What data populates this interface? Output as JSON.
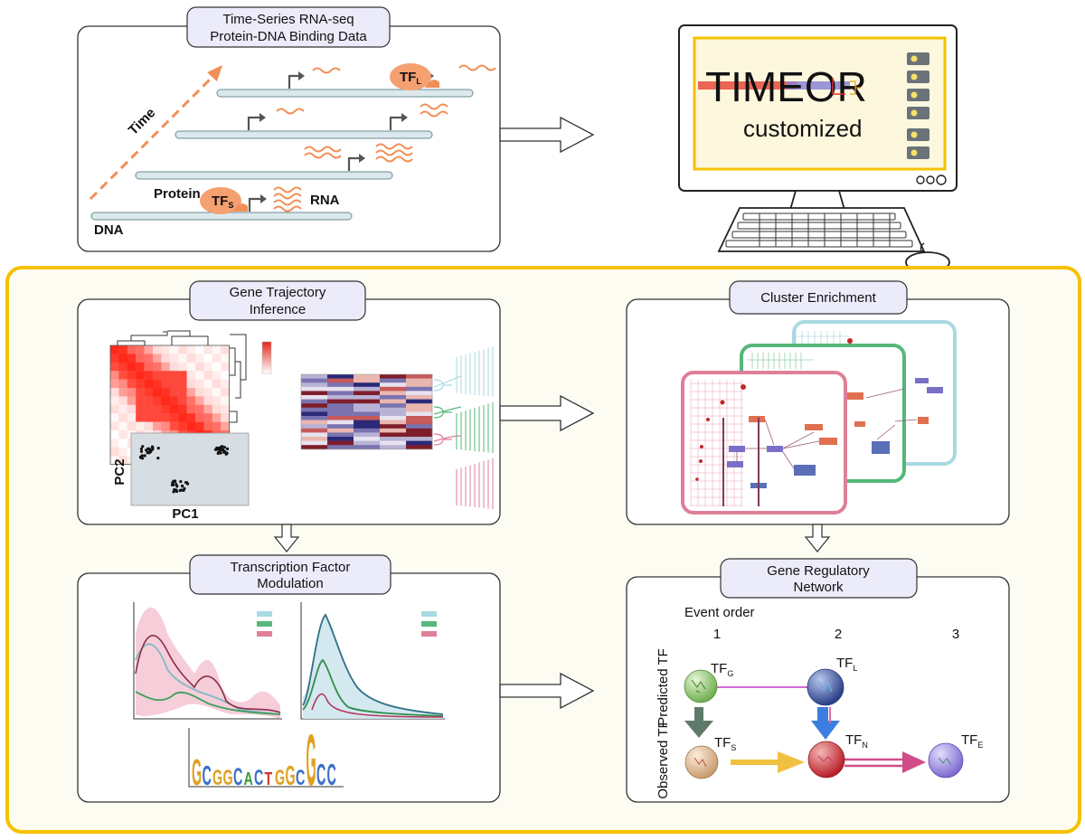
{
  "inputs": {
    "title_line1": "Time-Series RNA-seq",
    "title_line2": "Protein-DNA Binding Data",
    "time_label": "Time",
    "protein_label": "Protein",
    "rna_label": "RNA",
    "dna_label": "DNA",
    "tf_s": {
      "main": "TF",
      "sub": "S"
    },
    "tf_l": {
      "main": "TF",
      "sub": "L"
    }
  },
  "computer": {
    "logo_text": "TIMEOR",
    "logo_sub": "customized"
  },
  "panels": {
    "gene_trajectory": {
      "title_line1": "Gene Trajectory",
      "title_line2": "Inference",
      "pca_xlabel": "PC1",
      "pca_ylabel": "PC2"
    },
    "cluster_enrichment": {
      "title": "Cluster Enrichment"
    },
    "tf_modulation": {
      "title_line1": "Transcription Factor",
      "title_line2": "Modulation",
      "motif_letters": [
        "G",
        "C",
        "G",
        "G",
        "C",
        "A",
        "C",
        "T",
        "G",
        "G",
        "C",
        "G",
        "C",
        "C"
      ]
    },
    "grn": {
      "title_line1": "Gene Regulatory",
      "title_line2": "Network",
      "event_order_label": "Event order",
      "event_numbers": [
        "1",
        "2",
        "3"
      ],
      "predicted_label": "Predicted TF",
      "observed_label": "Observed TF",
      "nodes": {
        "tf_g": {
          "main": "TF",
          "sub": "G"
        },
        "tf_l": {
          "main": "TF",
          "sub": "L"
        },
        "tf_s": {
          "main": "TF",
          "sub": "S"
        },
        "tf_n": {
          "main": "TF",
          "sub": "N"
        },
        "tf_e": {
          "main": "TF",
          "sub": "E"
        }
      }
    }
  },
  "colors": {
    "accent_orange": "#f4a070",
    "frame_yellow": "#f5c100",
    "title_box_fill": "#ecebfa",
    "cluster_blue": "#a9d9e2",
    "cluster_green": "#55b77a",
    "cluster_pink": "#e07f98"
  }
}
